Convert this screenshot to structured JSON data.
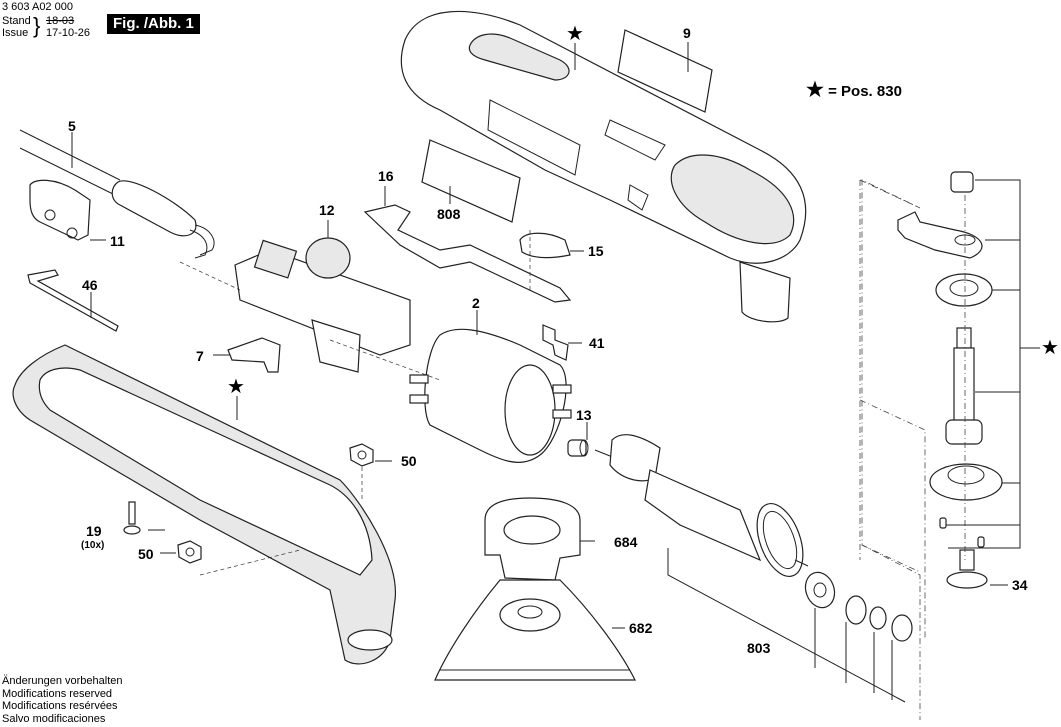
{
  "header": {
    "doc_number": "3 603 A02 000",
    "stand_label": "Stand",
    "issue_label": "Issue",
    "stand_value": "18-03",
    "issue_value": "17-10-26",
    "figure_badge": "Fig. /Abb. 1"
  },
  "legend": {
    "star_symbol": "★",
    "text": "= Pos. 830"
  },
  "part_labels": {
    "p5": "5",
    "p11": "11",
    "p46": "46",
    "p7": "7",
    "p12": "12",
    "p16": "16",
    "p808": "808",
    "p9": "9",
    "p15": "15",
    "p2": "2",
    "p41": "41",
    "p13": "13",
    "p50a": "50",
    "p50b": "50",
    "p19": "19",
    "p19_qty": "(10x)",
    "p684": "684",
    "p682": "682",
    "p803": "803",
    "p34": "34"
  },
  "stars": {
    "top": "★",
    "housing": "★",
    "gear_group": "★"
  },
  "footer": {
    "lines": [
      "Änderungen vorbehalten",
      "Modifications reserved",
      "Modifications resérvées",
      "Salvo modificaciones"
    ]
  }
}
